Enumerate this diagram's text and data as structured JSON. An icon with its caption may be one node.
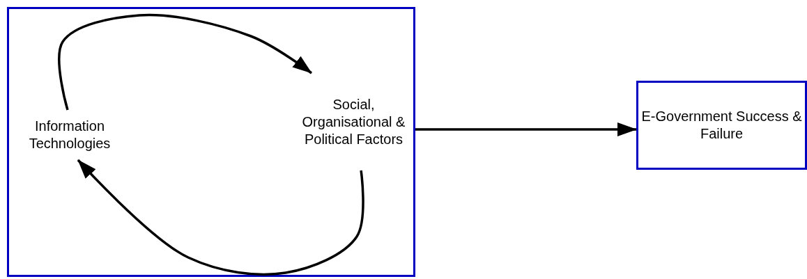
{
  "diagram": {
    "nodes": [
      {
        "text": [],
        "shape": "box"
      },
      {
        "text": [
          "Information Technologies"
        ],
        "in": 0
      },
      {
        "text": [
          "Social, Organisational & Political Factors"
        ],
        "in": 0
      },
      {
        "text": [
          "E-Government Success & Failure"
        ]
      }
    ],
    "edges": [
      {
        "from": 1,
        "to": 2,
        "arrow": "to"
      },
      {
        "from": 2,
        "to": 1,
        "arrow": "to"
      },
      {
        "from": 0,
        "to": 3,
        "arrow": "to"
      }
    ]
  }
}
